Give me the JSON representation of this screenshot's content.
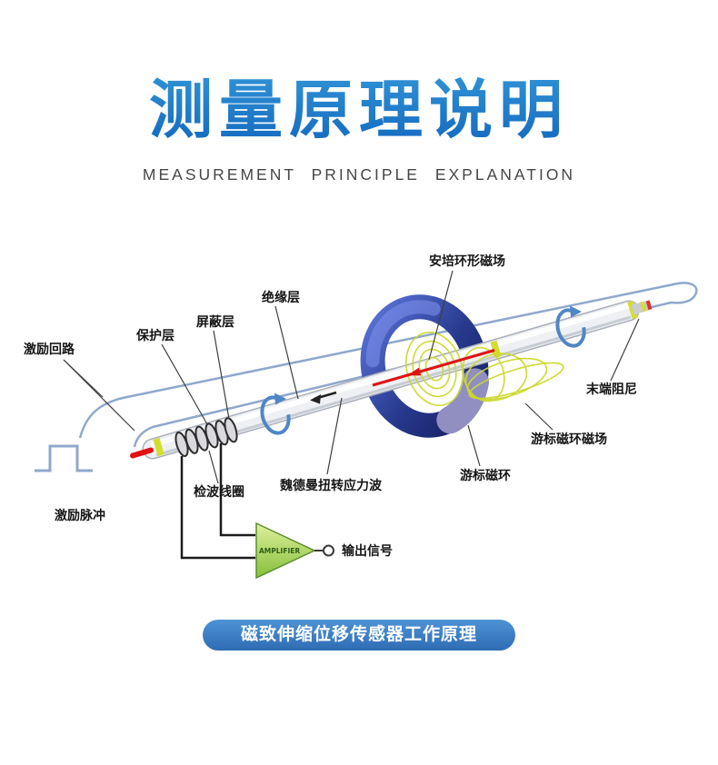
{
  "header": {
    "title": "测量原理说明",
    "subtitle": "MEASUREMENT PRINCIPLE EXPLANATION"
  },
  "diagram": {
    "labels": {
      "excitation_loop": "激励回路",
      "protective_layer": "保护层",
      "shielding_layer": "屏蔽层",
      "insulation_layer": "绝缘层",
      "ampere_ring_field": "安培环形磁场",
      "end_damping": "末端阻尼",
      "vernier_ring_field": "游标磁环磁场",
      "vernier_ring": "游标磁环",
      "wiedemann_wave": "魏德曼扭转应力波",
      "detection_coil": "检波线圈",
      "excitation_pulse": "激励脉冲",
      "amplifier": "AMPLIFIER",
      "output_signal": "输出信号"
    },
    "colors": {
      "title_gradient_top": "#5fc1ee",
      "title_gradient_bottom": "#156cc0",
      "magnet_ring_navy": "#283a8e",
      "magnet_ring_front": "#918ec2",
      "field_line_yellow": "#ccd92c",
      "amplifier_green": "#8cc63f",
      "wire_red": "#e01212",
      "cable_blue": "#8fa8cc",
      "caption_pill_blue": "#3579c0"
    }
  },
  "footer": {
    "caption": "磁致伸缩位移传感器工作原理"
  }
}
